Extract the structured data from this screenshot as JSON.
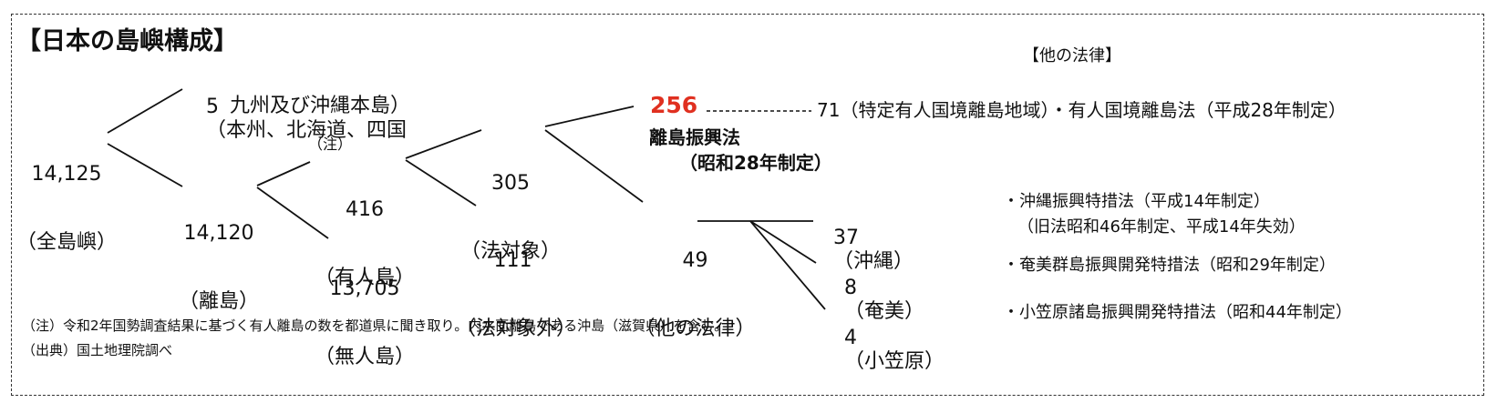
{
  "title": "【日本の島嶼構成】",
  "other_laws_header": "【他の法律】",
  "nodes": {
    "all_islands": {
      "count": "14,125",
      "label": "（全島嶼）"
    },
    "main_islands": {
      "count": "5",
      "line1": "（本州、北海道、四国",
      "line2": "九州及び沖縄本島）"
    },
    "remote_islands": {
      "count": "14,120",
      "label": "（離島）"
    },
    "note_mark": "（注）",
    "inhabited": {
      "count": "416",
      "label": "（有人島）"
    },
    "uninhabited": {
      "count": "13,705",
      "label": "（無人島）"
    },
    "covered": {
      "count": "305",
      "label": "（法対象）"
    },
    "not_covered": {
      "count": "111",
      "label": "（法対象外）"
    },
    "promotion_law": {
      "count": "256",
      "label": "離島振興法",
      "enacted": "（昭和28年制定）"
    },
    "other_laws": {
      "count": "49",
      "label": "（他の法律）"
    },
    "okinawa": {
      "count": "37",
      "label": "（沖縄）"
    },
    "amami": {
      "count": "8",
      "label": "（奄美）"
    },
    "ogasawara": {
      "count": "4",
      "label": "（小笠原）"
    }
  },
  "border_islands": "71（特定有人国境離島地域）・有人国境離島法（平成28年制定）",
  "laws": {
    "okinawa_line1": "・沖縄振興特措法（平成14年制定）",
    "okinawa_line2": "（旧法昭和46年制定、平成14年失効）",
    "amami": "・奄美群島振興開発特措法（昭和29年制定）",
    "ogasawara": "・小笠原諸島振興開発特措法（昭和44年制定）"
  },
  "notes": {
    "note": "（注）令和2年国勢調査結果に基づく有人離島の数を都道県に聞き取り。内水面離島である沖島（滋賀県）を含む。",
    "source": "（出典）国土地理院調べ"
  },
  "colors": {
    "highlight": "#e03020",
    "line": "#111111"
  }
}
